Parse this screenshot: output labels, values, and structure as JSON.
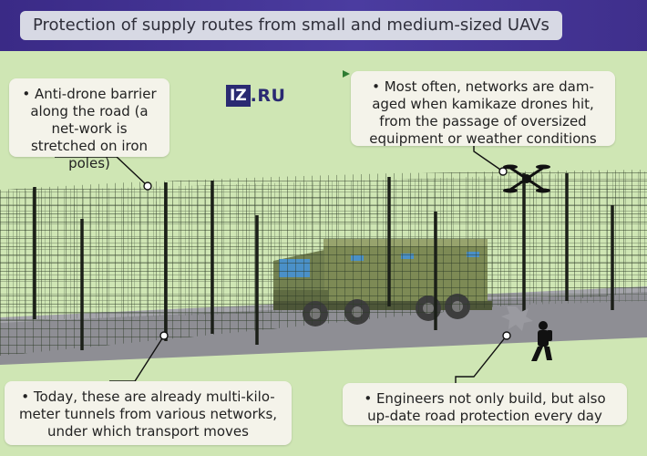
{
  "title": "Protection of supply routes from small and medium-sized UAVs",
  "logo": {
    "part1": "IZ",
    "part2": ".RU"
  },
  "callouts": {
    "barrier": "• Anti-drone barrier along the road (a net-work is stretched on iron poles)",
    "damage": "• Most often, networks are dam-aged when kamikaze drones hit, from the passage of oversized equipment or weather conditions",
    "tunnels": "• Today, these are already multi-kilo-meter tunnels from various networks, under which transport moves",
    "engineers": "• Engineers not only build, but also up-date road protection every day"
  },
  "colors": {
    "header": "#3a2a86",
    "background": "#cfe6b4",
    "road": "#8e8e94",
    "truck": "#7d8a55",
    "callout": "#f4f3ea"
  },
  "icons": [
    "fence-net",
    "truck",
    "kamikaze-drone",
    "soldier",
    "impact-burst"
  ]
}
